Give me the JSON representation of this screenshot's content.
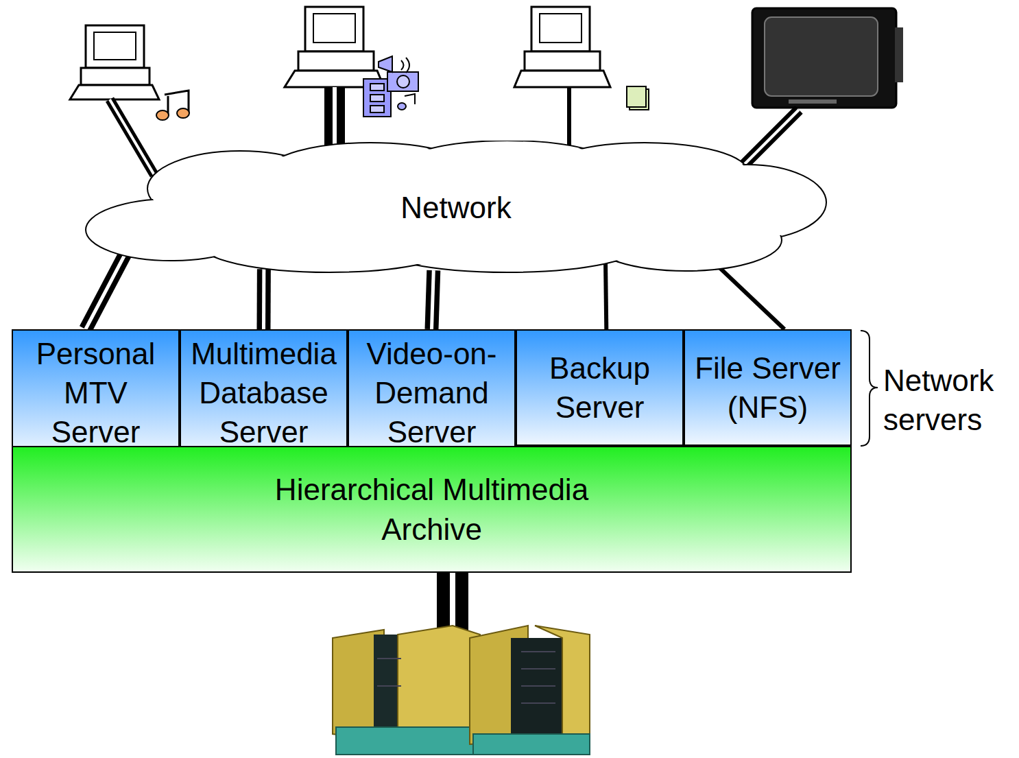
{
  "diagram": {
    "nodes": [
      {
        "text": [
          "Network"
        ]
      },
      {
        "text": [
          "Personal MTV Server"
        ]
      },
      {
        "text": [
          "Multimedia Database Server"
        ]
      },
      {
        "text": [
          "Video-on-Demand Server"
        ]
      },
      {
        "text": [
          "Backup Server"
        ]
      },
      {
        "text": [
          "File Server (NFS)"
        ]
      },
      {
        "text": [
          "Hierarchical Multimedia Archive"
        ]
      }
    ],
    "edges": [
      {
        "from": 0,
        "to": 1,
        "arrow": "none"
      },
      {
        "from": 0,
        "to": 2,
        "arrow": "none"
      },
      {
        "from": 0,
        "to": 3,
        "arrow": "none"
      },
      {
        "from": 0,
        "to": 4,
        "arrow": "none"
      },
      {
        "from": 0,
        "to": 5,
        "arrow": "none"
      }
    ],
    "labels": [
      "Network servers"
    ]
  }
}
